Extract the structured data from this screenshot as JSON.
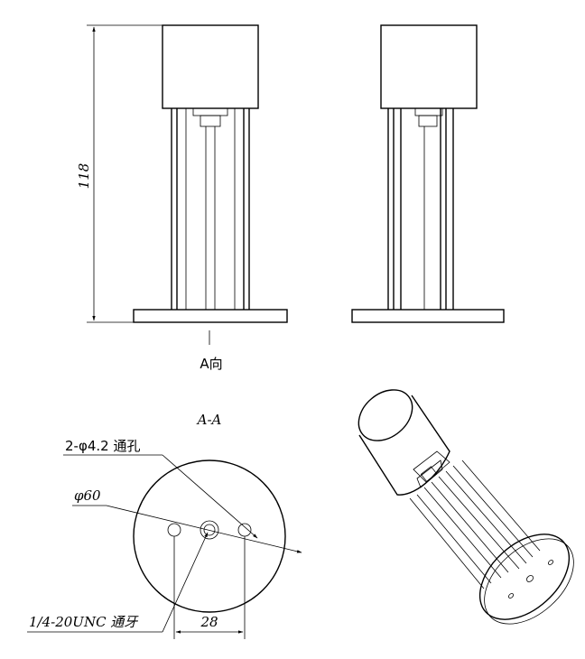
{
  "front_view": {
    "height_dimension": "118",
    "direction_label": "A向"
  },
  "section_view": {
    "title": "A-A",
    "hole_callout": "2-φ4.2 通孔",
    "diameter_callout": "φ60",
    "thread_callout": "1/4-20UNC 通牙",
    "spacing_dimension": "28"
  },
  "colors": {
    "line": "#000000",
    "background": "#ffffff"
  }
}
